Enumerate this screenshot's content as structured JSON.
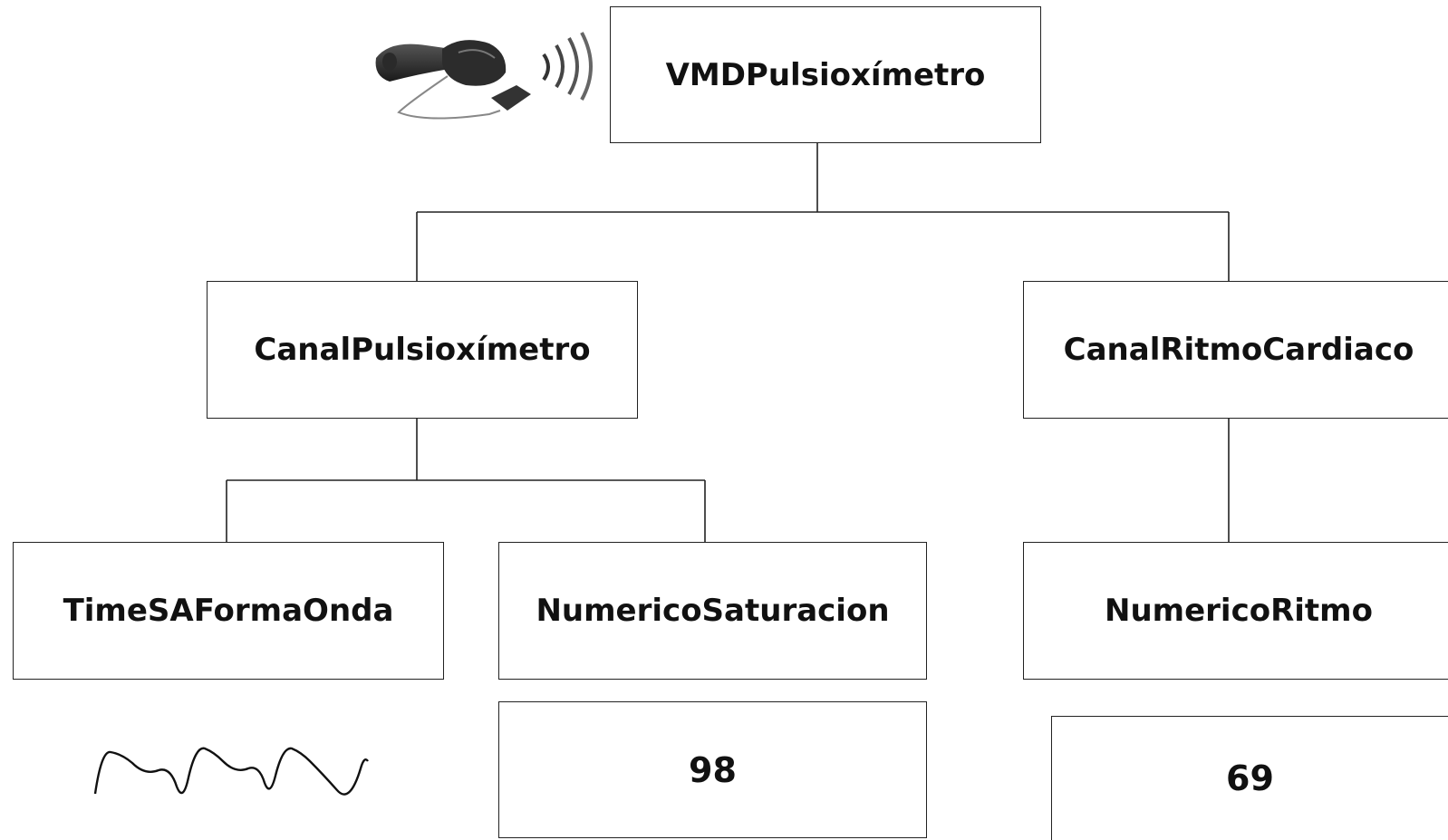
{
  "diagram": {
    "root": {
      "label": "VMDPulsioxímetro",
      "icon": "pulse-oximeter-wristband-device"
    },
    "channels": {
      "pulsioximetro": {
        "label": "CanalPulsioxímetro",
        "metrics": {
          "waveform": {
            "label": "TimeSAFormaOnda",
            "icon": "waveform-plot"
          },
          "saturacion": {
            "label": "NumericoSaturacion",
            "value": "98"
          }
        }
      },
      "ritmo": {
        "label": "CanalRitmoCardiaco",
        "metrics": {
          "ritmo": {
            "label": "NumericoRitmo",
            "value": "69"
          }
        }
      }
    }
  }
}
